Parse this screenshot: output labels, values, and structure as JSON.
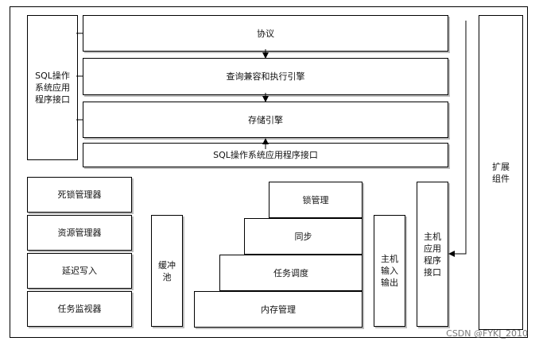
{
  "labels": {
    "sql_api_left": "SQL操作系统应用程序接口",
    "protocol": "协议",
    "query_engine": "查询兼容和执行引擎",
    "storage_engine": "存储引擎",
    "sql_api_bottom": "SQL操作系统应用程序接口",
    "extension_components": "扩展组件",
    "deadlock_manager": "死锁管理器",
    "resource_manager": "资源管理器",
    "lazy_writer": "延迟写入",
    "task_monitor": "任务监视器",
    "buffer_pool": "缓冲池",
    "lock_manager": "锁管理",
    "sync": "同步",
    "task_scheduling": "任务调度",
    "memory_management": "内存管理",
    "host_io": "主机输入输出",
    "host_app_api": "主机应用程序接口"
  },
  "watermark": "CSDN @FYKJ_2010"
}
